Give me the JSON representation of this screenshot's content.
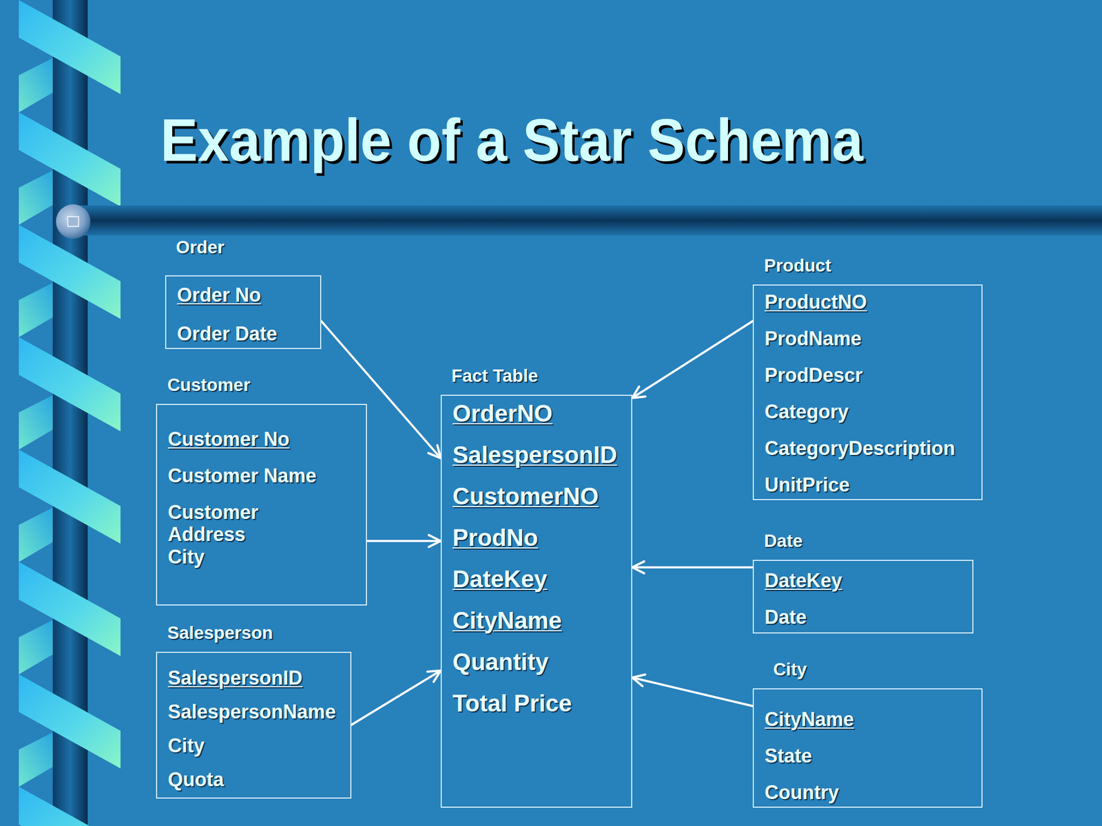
{
  "diagram": {
    "title": "Example of a Star Schema",
    "nodes": [
      {
        "text": [
          "Order",
          "Order No",
          "Order Date"
        ]
      },
      {
        "text": [
          "Customer",
          "Customer No",
          "Customer Name",
          "Customer Address",
          "City"
        ]
      },
      {
        "text": [
          "Salesperson",
          "SalespersonID",
          "SalespersonName",
          "City",
          "Quota"
        ]
      },
      {
        "text": [
          "Fact Table",
          "OrderNO",
          "SalespersonID",
          "CustomerNO",
          "ProdNo",
          "DateKey",
          "CityName",
          "Quantity",
          "Total Price"
        ]
      },
      {
        "text": [
          "Product",
          "ProductNO",
          "ProdName",
          "ProdDescr",
          "Category",
          "CategoryDescription",
          "UnitPrice"
        ]
      },
      {
        "text": [
          "Date",
          "DateKey",
          "Date"
        ]
      },
      {
        "text": [
          "City",
          "CityName",
          "State",
          "Country"
        ]
      }
    ],
    "edges": [
      {
        "from": 0,
        "to": 3,
        "arrow": "to"
      },
      {
        "from": 1,
        "to": 3,
        "arrow": "to"
      },
      {
        "from": 2,
        "to": 3,
        "arrow": "to"
      },
      {
        "from": 4,
        "to": 3,
        "arrow": "to"
      },
      {
        "from": 5,
        "to": 3,
        "arrow": "to"
      },
      {
        "from": 6,
        "to": 3,
        "arrow": "to"
      }
    ]
  }
}
